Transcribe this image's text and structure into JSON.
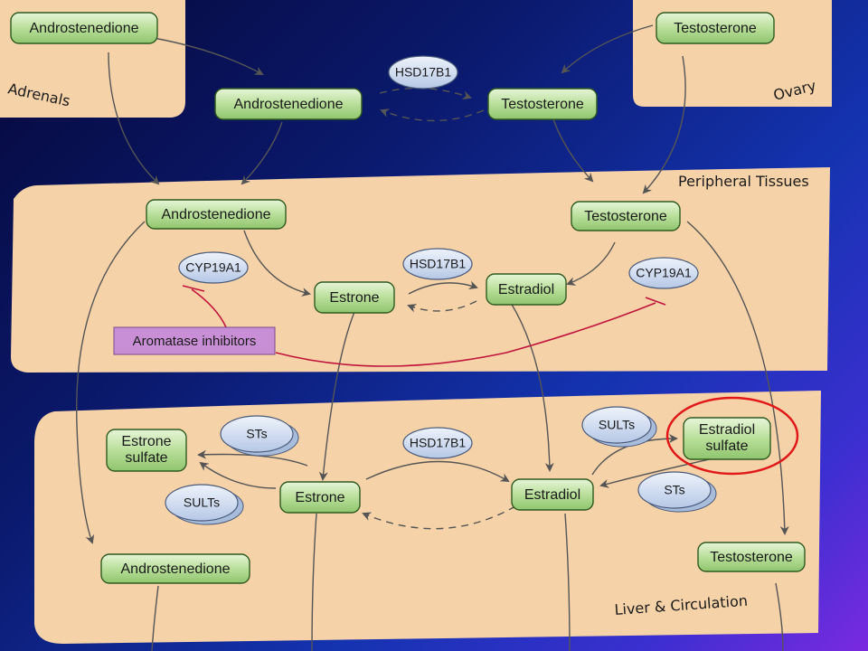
{
  "regions": {
    "adrenals": "Adrenals",
    "ovary": "Ovary",
    "peripheral": "Peripheral Tissues",
    "liver": "Liver & Circulation"
  },
  "nodes": {
    "adrenal_androstenedione": "Androstenedione",
    "ovary_testosterone": "Testosterone",
    "blood_androstenedione": "Androstenedione",
    "blood_testosterone": "Testosterone",
    "pt_androstenedione": "Androstenedione",
    "pt_testosterone": "Testosterone",
    "pt_estrone": "Estrone",
    "pt_estradiol": "Estradiol",
    "lc_estrone_sulfate_1": "Estrone",
    "lc_estrone_sulfate_2": "sulfate",
    "lc_estrone": "Estrone",
    "lc_estradiol": "Estradiol",
    "lc_estradiol_sulfate_1": "Estradiol",
    "lc_estradiol_sulfate_2": "sulfate",
    "lc_androstenedione": "Androstenedione",
    "lc_testosterone": "Testosterone"
  },
  "enzymes": {
    "hsd_top": "HSD17B1",
    "cyp_left": "CYP19A1",
    "hsd_pt": "HSD17B1",
    "cyp_right": "CYP19A1",
    "sts_left": "STs",
    "sults_left": "SULTs",
    "hsd_lc": "HSD17B1",
    "sults_right": "SULTs",
    "sts_right": "STs"
  },
  "inhibitor": "Aromatase inhibitors",
  "colors": {
    "node_fill": "#b9df9a",
    "enzyme_fill": "#c8d8f0",
    "region_fill": "#f5d2a8",
    "inhibitor_fill": "#c98fd6",
    "inhibit_line": "#c0143c",
    "highlight": "#e01818",
    "arrow": "#555555"
  }
}
